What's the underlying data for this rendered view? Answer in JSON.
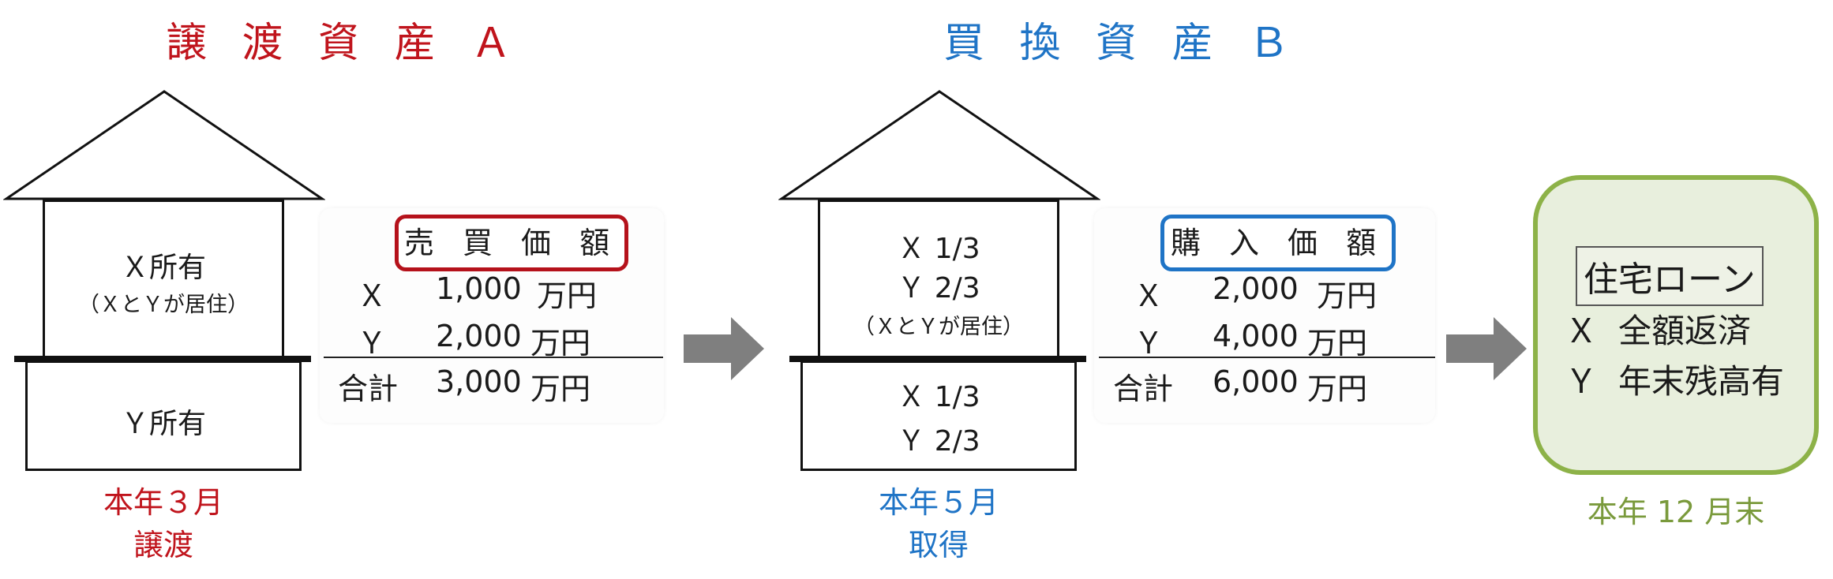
{
  "asset_a": {
    "title": "譲 渡 資 産 Ａ",
    "upper_room": {
      "owner": "Ｘ所有",
      "note": "（ＸとＹが居住）"
    },
    "lower_room": {
      "owner": "Ｙ所有"
    },
    "caption_line1": "本年３月",
    "caption_line2": "譲渡",
    "price_header": "売 買 価 額",
    "rows": [
      {
        "label": "Ｘ",
        "amount": "1,000",
        "unit": "万円"
      },
      {
        "label": "Ｙ",
        "amount": "2,000",
        "unit": "万円"
      }
    ],
    "total": {
      "label": "合計",
      "amount": "3,000",
      "unit": "万円"
    }
  },
  "asset_b": {
    "title": "買 換 資 産 Ｂ",
    "upper_room": {
      "line1": "Ｘ 1/3",
      "line2": "Ｙ 2/3",
      "note": "（ＸとＹが居住）"
    },
    "lower_room": {
      "line1": "Ｘ 1/3",
      "line2": "Ｙ 2/3"
    },
    "caption_line1": "本年５月",
    "caption_line2": "取得",
    "price_header": "購 入 価 額",
    "rows": [
      {
        "label": "Ｘ",
        "amount": "2,000",
        "unit": "万円"
      },
      {
        "label": "Ｙ",
        "amount": "4,000",
        "unit": "万円"
      }
    ],
    "total": {
      "label": "合計",
      "amount": "6,000",
      "unit": "万円"
    }
  },
  "loan": {
    "label": "住宅ローン",
    "rows": [
      {
        "label": "Ｘ",
        "text": "全額返済"
      },
      {
        "label": "Ｙ",
        "text": "年末残高有"
      }
    ],
    "caption": "本年 12 月末"
  },
  "colors": {
    "red": "#c0141c",
    "blue": "#1f74c6",
    "green": "#8db248",
    "arrow": "#7f7f7f"
  },
  "icons": {
    "arrow1": "right-arrow-icon",
    "arrow2": "right-arrow-icon"
  }
}
